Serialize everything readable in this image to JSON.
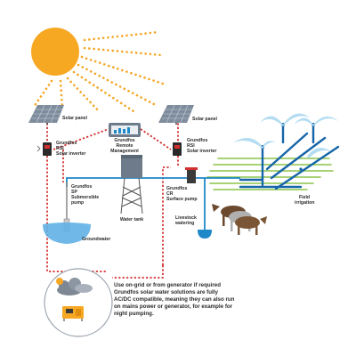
{
  "labels": {
    "solar_panel_left": "Solar panel",
    "solar_panel_right": "Solar panel",
    "inverter_left": [
      "Grundfos",
      "RSI",
      "Solar inverter"
    ],
    "inverter_right": [
      "Grundfos",
      "RSI",
      "Solar inverter"
    ],
    "remote_management": [
      "Grundfos",
      "Remote",
      "Management"
    ],
    "sp_pump": [
      "Grundfos",
      "SP",
      "Submersible",
      "pump"
    ],
    "water_tank": "Water tank",
    "cr_pump": [
      "Grundfos",
      "CR",
      "Surface pump"
    ],
    "livestock": [
      "Livestock",
      "watering"
    ],
    "field": [
      "Field",
      "irrigation"
    ],
    "groundwater": "Groundwater"
  },
  "note": [
    "Use on-grid or from generator if required",
    "Grundfos solar water solutions are fully",
    "AC/DC compatible, meaning they can also run",
    "on mains power or generator, for example for",
    "night pumping."
  ],
  "colors": {
    "sun": "#f7a823",
    "sun_rays": "#f5a623",
    "panel": "#7e8c9c",
    "power_line": "#d32f2f",
    "water_pipe": "#1e88c8",
    "irrigation_pipe": "#1565a8",
    "field": "#8bc34a",
    "text": "#2b2b2b"
  }
}
